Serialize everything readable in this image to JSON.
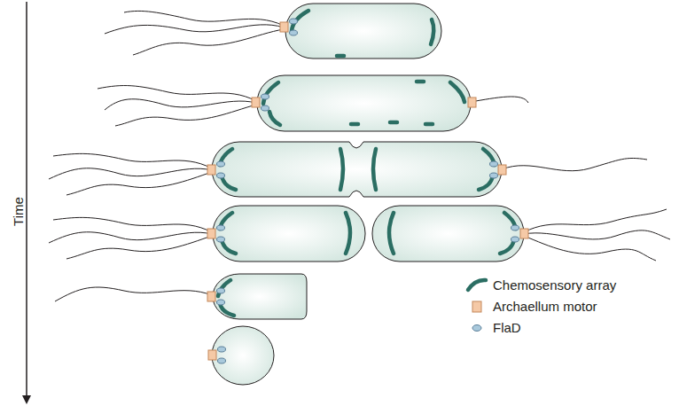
{
  "diagram": {
    "labels": [
      "Time"
    ],
    "legend": [
      {
        "text": "Chemosensory array"
      },
      {
        "text": "Archaellum motor",
        "color": "#f5c9a6"
      },
      {
        "text": "FlaD"
      }
    ]
  }
}
